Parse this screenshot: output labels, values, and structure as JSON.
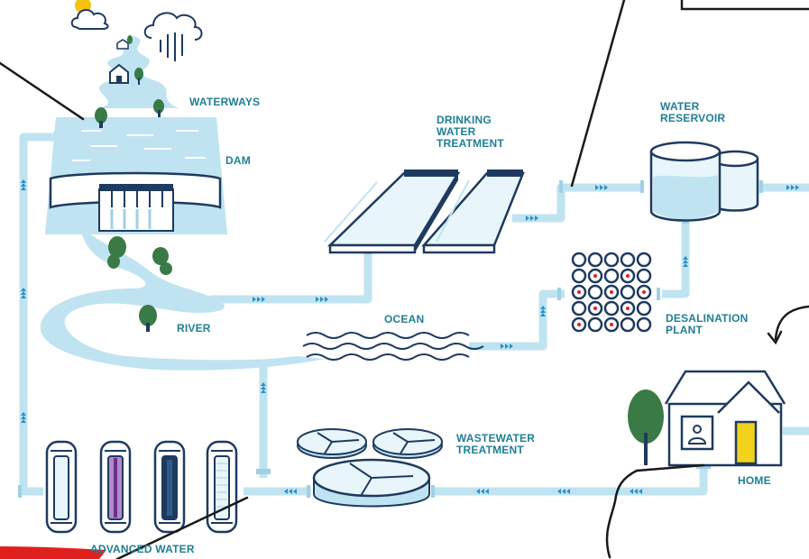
{
  "labels": {
    "waterways": "WATERWAYS",
    "dam": "DAM",
    "drinking_water_treatment": [
      "DRINKING",
      "WATER",
      "TREATMENT"
    ],
    "water_reservoir": [
      "WATER",
      "RESERVOIR"
    ],
    "river": "RIVER",
    "ocean": "OCEAN",
    "desalination_plant": [
      "DESALINATION",
      "PLANT"
    ],
    "wastewater_treatment": [
      "WASTEWATER",
      "TREATMENT"
    ],
    "home": "HOME",
    "advanced_water": "ADVANCED WATER"
  },
  "colors": {
    "label_text": "#1f7f95",
    "pipe": "#bfe3f1",
    "pipe_edge": "#9fd0e6",
    "flow_arrow": "#2a8fc7",
    "navy": "#1e3a5f",
    "water_light": "#e8f6fc",
    "tree_green": "#3a7a46",
    "door_yellow": "#f2d21d",
    "sun_yellow": "#f4c20d",
    "annotation_red": "#e0201c",
    "annotation_line": "#1a1a1a"
  },
  "icons": [
    "sun-icon",
    "cloud-icon",
    "rain-cloud-icon",
    "house-icon",
    "tree-icon",
    "dam-icon",
    "treatment-tank-icon",
    "reservoir-icon",
    "desalination-icon",
    "wastewater-tank-icon",
    "home-icon",
    "filter-canister-icon"
  ]
}
